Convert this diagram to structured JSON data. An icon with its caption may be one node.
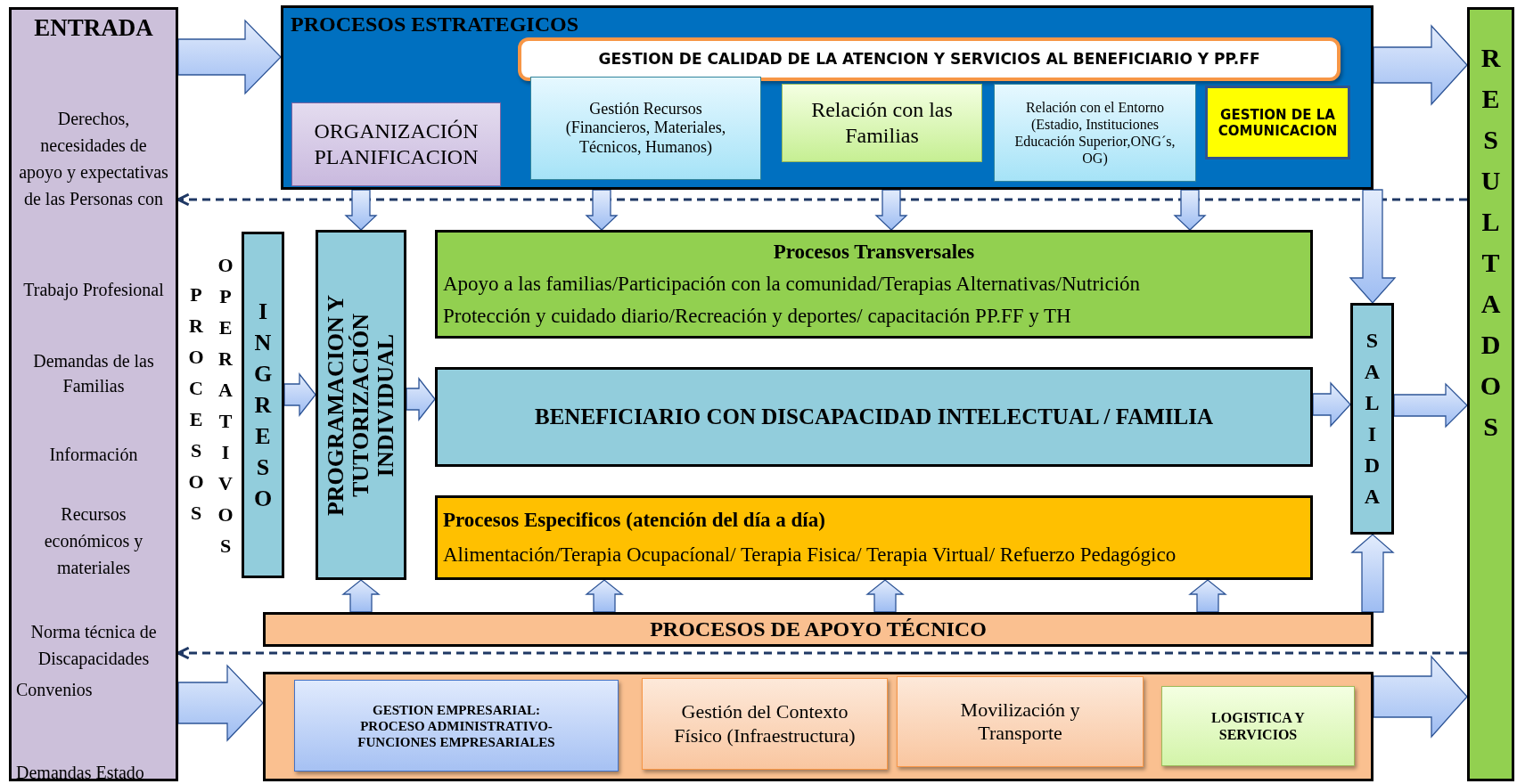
{
  "diagram": {
    "nodes": [
      {
        "text": [
          "ENTRADA",
          "Derechos, necesidades de apoyo y expectativas de las Personas con",
          "Trabajo Profesional",
          "Demandas de las Familias",
          "Información",
          "Recursos económicos y materiales",
          "Norma técnica de Discapacidades",
          "Convenios",
          "Demandas Estado"
        ]
      },
      {
        "text": [
          "PROCESOS ESTRATEGICOS"
        ]
      },
      {
        "text": [
          "GESTION DE CALIDAD DE LA ATENCION Y SERVICIOS AL BENEFICIARIO Y PP.FF"
        ],
        "in": 1
      },
      {
        "text": [
          "ORGANIZACIÓN PLANIFICACION"
        ],
        "in": 1
      },
      {
        "text": [
          "Gestión Recursos (Financieros, Materiales, Técnicos, Humanos)"
        ],
        "in": 1
      },
      {
        "text": [
          "Relación con las Familias"
        ],
        "in": 1
      },
      {
        "text": [
          "Relación con el Entorno (Estadio, Instituciones Educación Superior,ONG´s, OG)"
        ],
        "in": 1
      },
      {
        "text": [
          "GESTION DE LA COMUNICACION"
        ],
        "in": 1
      },
      {
        "text": [
          "INGRESO"
        ]
      },
      {
        "text": [
          "PROGRAMACION Y TUTORIZACIÓN INDIVIDUAL"
        ]
      },
      {
        "text": [
          "Procesos Transversales",
          "Apoyo a las familias/Participación con la comunidad/Terapias Alternativas/Nutrición",
          "Protección y cuidado diario/Recreación y deportes/ capacitación PP.FF y TH"
        ]
      },
      {
        "text": [
          "BENEFICIARIO CON DISCAPACIDAD INTELECTUAL / FAMILIA"
        ]
      },
      {
        "text": [
          "Procesos Especificos (atención del día a día)",
          "Alimentación/Terapia Ocupacíonal/ Terapia Fisica/ Terapia Virtual/ Refuerzo Pedagógico"
        ]
      },
      {
        "text": [
          "SALIDA"
        ]
      },
      {
        "text": [
          "RESULTADOS"
        ]
      },
      {
        "text": [
          "PROCESOS DE APOYO TÉCNICO"
        ]
      },
      {
        "text": [],
        "shape": "box"
      },
      {
        "text": [
          "GESTION EMPRESARIAL: PROCESO ADMINISTRATIVO- FUNCIONES EMPRESARIALES"
        ],
        "in": 16
      },
      {
        "text": [
          "Gestión del Contexto Físico (Infraestructura)"
        ],
        "in": 16
      },
      {
        "text": [
          "Movilización y Transporte"
        ],
        "in": 16
      },
      {
        "text": [
          "LOGISTICA Y SERVICIOS"
        ],
        "in": 16
      }
    ],
    "edges": [
      {
        "from": 0,
        "to": 1,
        "arrow": "to"
      },
      {
        "from": 1,
        "to": 14,
        "arrow": "to"
      },
      {
        "from": 14,
        "to": 0,
        "arrow": "to",
        "style": "dashed",
        "color": "#1f3864"
      },
      {
        "from": 1,
        "to": 9,
        "arrow": "to"
      },
      {
        "from": 1,
        "to": 10,
        "arrow": "to"
      },
      {
        "from": 1,
        "to": 10,
        "arrow": "to"
      },
      {
        "from": 1,
        "to": 10,
        "arrow": "to"
      },
      {
        "from": 1,
        "to": 13,
        "arrow": "to"
      },
      {
        "from": 8,
        "to": 9,
        "arrow": "to"
      },
      {
        "from": 9,
        "to": 11,
        "arrow": "to"
      },
      {
        "from": 11,
        "to": 13,
        "arrow": "to"
      },
      {
        "from": 13,
        "to": 14,
        "arrow": "to"
      },
      {
        "from": 15,
        "to": 9,
        "arrow": "to"
      },
      {
        "from": 15,
        "to": 12,
        "arrow": "to"
      },
      {
        "from": 15,
        "to": 12,
        "arrow": "to"
      },
      {
        "from": 15,
        "to": 12,
        "arrow": "to"
      },
      {
        "from": 15,
        "to": 13,
        "arrow": "to"
      },
      {
        "from": 14,
        "to": 0,
        "arrow": "to",
        "style": "dashed",
        "color": "#1f3864"
      },
      {
        "from": 0,
        "to": 16,
        "arrow": "to"
      },
      {
        "from": 16,
        "to": 14,
        "arrow": "to"
      }
    ],
    "labels": [
      "PROCESOS",
      "OPERATIVOS"
    ]
  }
}
